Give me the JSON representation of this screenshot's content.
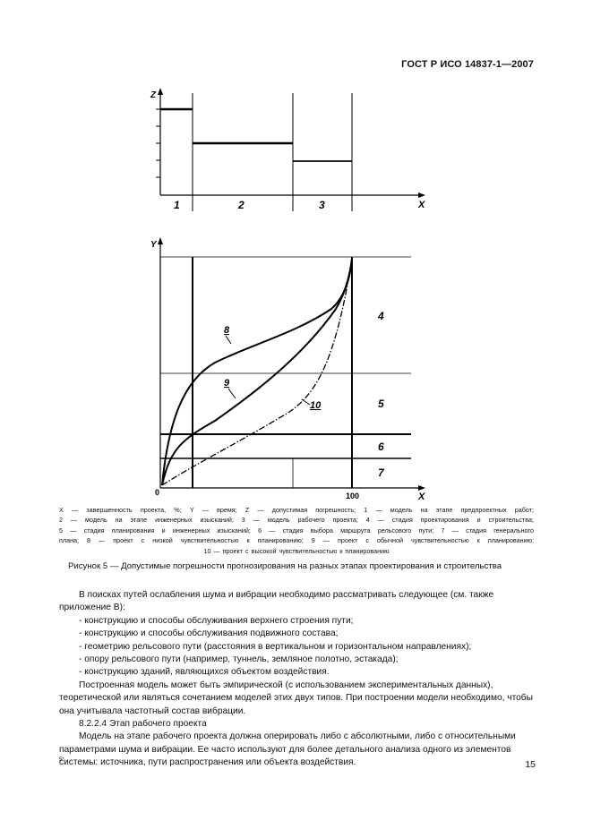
{
  "header": {
    "standard": "ГОСТ Р ИСО 14837-1—2007"
  },
  "figure": {
    "top_chart": {
      "y_axis_label": "Z",
      "x_axis_label": "X",
      "zone_labels": [
        "1",
        "2",
        "3"
      ]
    },
    "bottom_chart": {
      "y_axis_label": "Y",
      "x_axis_label": "X",
      "origin_label": "0",
      "x_end_label": "100",
      "curve_labels": [
        "8",
        "9",
        "10"
      ],
      "band_labels": [
        "4",
        "5",
        "6",
        "7"
      ]
    },
    "legend_lines": [
      "X — завершенность проекта, %; Y — время; Z — допустимая погрешность; 1 — модель на этапе предпроектных работ;",
      "2 — модель на этапе инженерных изысканий; 3 — модель рабочего проекта; 4 — стадия проектирования и строительства;",
      "5 — стадия планирования и инженерных изысканий; 6 — стадия выбора маршрута рельсового пути; 7 — стадия генерального",
      "плана; 8 — проект с низкой чувствительностью к планированию; 9 — проект с обычной чувствительностью к планированию;",
      "10 — проект с высокой чувствительностью к планированию"
    ],
    "caption": "Рисунок 5 — Допустимые погрешности прогнозирования на разных этапах проектирования и строительства"
  },
  "body": {
    "intro": "В поисках путей ослабления шума и вибрации необходимо рассматривать следующее (см. также приложение В):",
    "items": [
      "- конструкцию и способы обслуживания верхнего строения пути;",
      "- конструкцию и способы обслуживания подвижного состава;",
      "- геометрию рельсового пути (расстояния в вертикальном и горизонтальном направлениях);",
      "- опору рельсового пути (например, туннель, земляное полотно, эстакада);",
      "- конструкцию зданий, являющихся объектом воздействия."
    ],
    "para1": "Построенная модель может быть эмпирической (с использованием экспериментальных данных), теоретической или являться сочетанием моделей этих двух типов. При построении модели необходимо, чтобы она учитывала частотный состав вибрации.",
    "section_heading": "8.2.2.4 Этап рабочего проекта",
    "para2": "Модель на этапе рабочего проекта должна оперировать либо с абсолютными, либо с относительными параметрами шума и вибрации. Ее часто используют для более детального анализа одного из элементов системы: источника, пути распространения или объекта воздействия."
  },
  "footer": {
    "left_mark": "5*",
    "page_number": "15"
  }
}
